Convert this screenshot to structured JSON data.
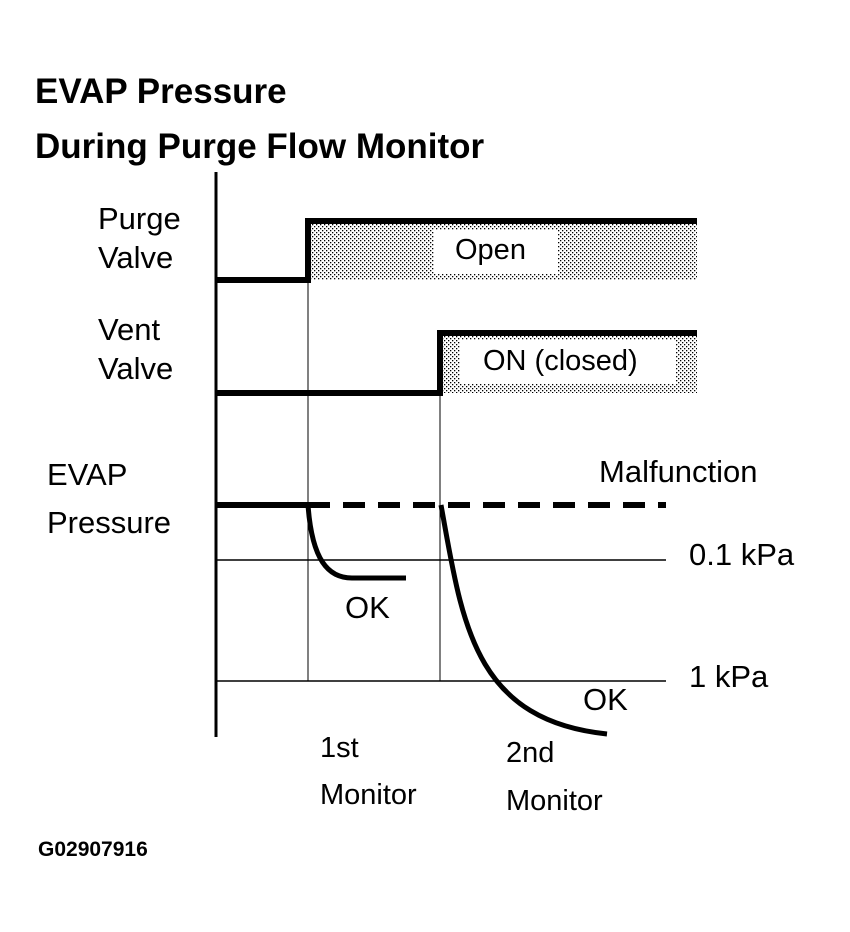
{
  "title": {
    "line1": "EVAP Pressure",
    "line2": "During Purge Flow Monitor"
  },
  "rows": {
    "purge_valve": {
      "line1": "Purge",
      "line2": "Valve",
      "state": "Open"
    },
    "vent_valve": {
      "line1": "Vent",
      "line2": "Valve",
      "state": "ON (closed)"
    },
    "evap_pressure": {
      "line1": "EVAP",
      "line2": "Pressure"
    }
  },
  "annotations": {
    "malfunction": "Malfunction",
    "level_1": "0.1 kPa",
    "level_2": "1 kPa",
    "ok_1": "OK",
    "ok_2": "OK"
  },
  "monitors": {
    "first": {
      "line1": "1st",
      "line2": "Monitor"
    },
    "second": {
      "line1": "2nd",
      "line2": "Monitor"
    }
  },
  "figure_code": "G02907916",
  "colors": {
    "ink": "#000000",
    "paper": "#ffffff"
  }
}
